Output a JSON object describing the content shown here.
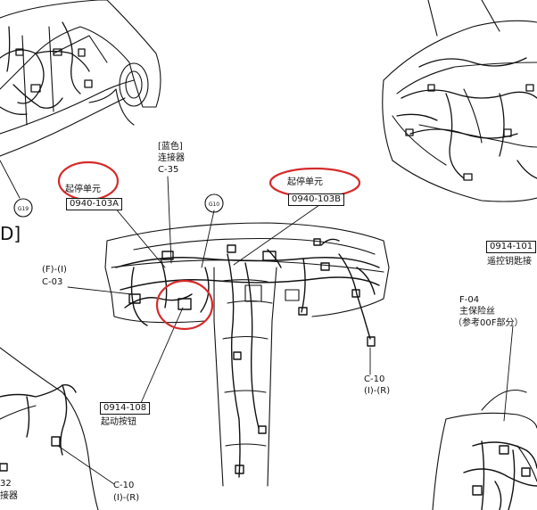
{
  "labels": {
    "left_unit_title": "起停单元",
    "left_unit_code": "0940-103A",
    "right_unit_title": "起停单元",
    "right_unit_code": "0940-103B",
    "blue_tag": "[蓝色]",
    "connector_word": "连接器",
    "connector_c35": "C-35",
    "fi_tag": "(F)-(I)",
    "c03": "C-03",
    "start_button_code": "0914-108",
    "start_button_text": "起动按钮",
    "c10_right": "C-10",
    "ir_right": "(I)-(R)",
    "c10_left": "C-10",
    "ir_left": "(I)-(R)",
    "left_edge_num": "32",
    "left_edge_text": "接器",
    "remote_code": "0914-101",
    "remote_text": "遥控钥匙接",
    "f04": "F-04",
    "main_fuse": "主保险丝",
    "ref_00f": "（参考00F部分）",
    "g19": "G19",
    "g10": "G10",
    "bracket_char": "D]"
  },
  "colors": {
    "ink": "#111111",
    "highlight": "#d62b2b"
  }
}
